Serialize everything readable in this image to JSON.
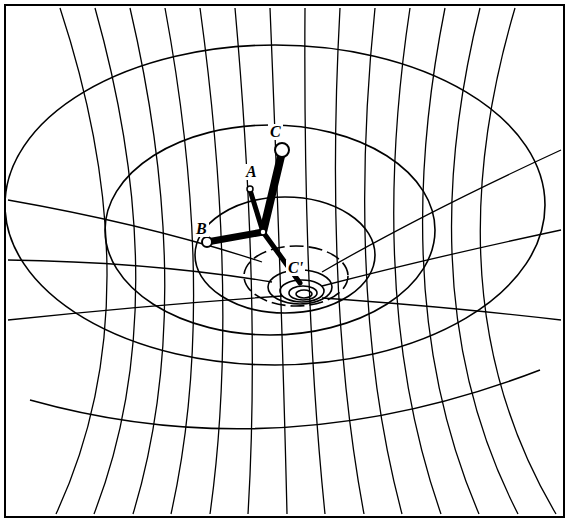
{
  "diagram": {
    "labels": [
      "C",
      "A",
      "B",
      "C'"
    ]
  }
}
